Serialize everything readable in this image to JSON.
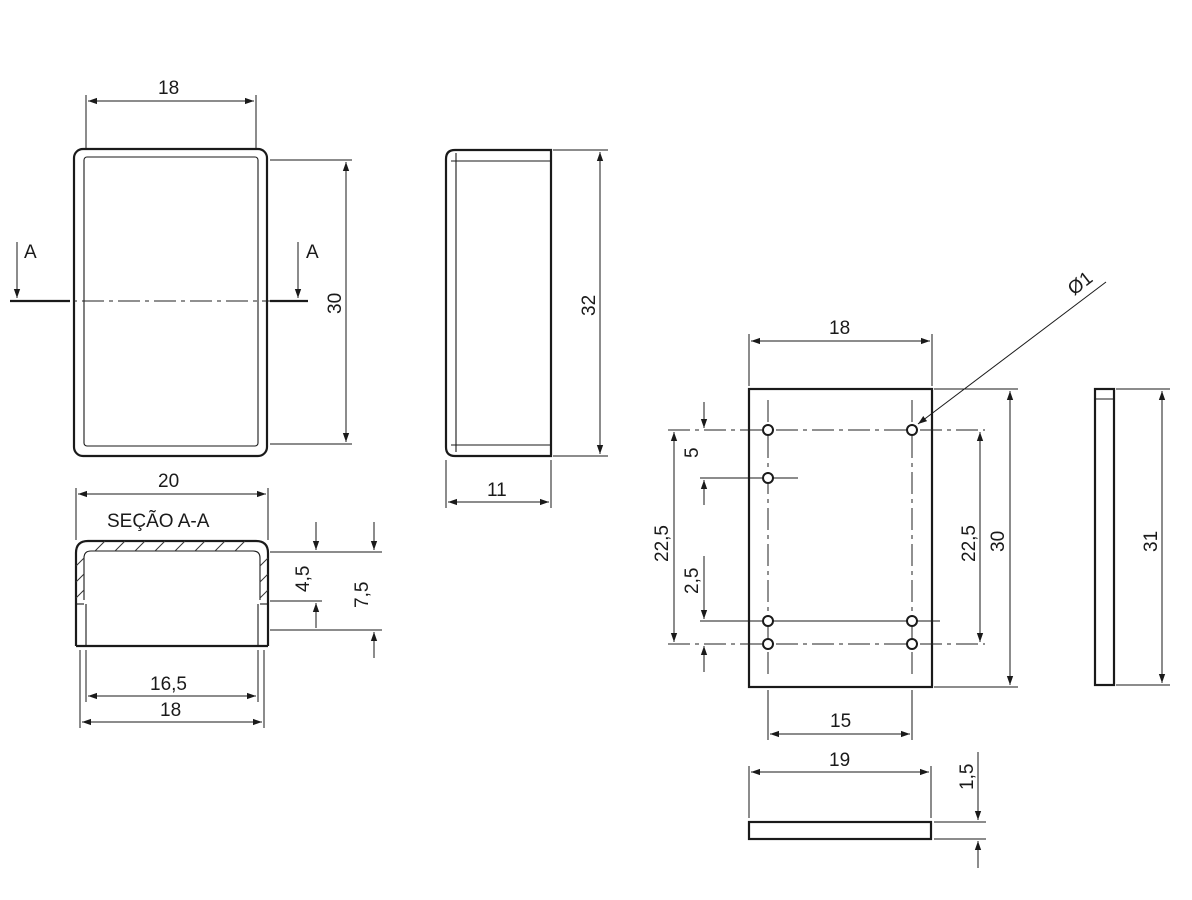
{
  "front_view": {
    "width": "18",
    "height": "30",
    "section_mark_left": "A",
    "section_mark_right": "A"
  },
  "side_view": {
    "height": "32",
    "depth": "11"
  },
  "section_view": {
    "title": "SEÇÃO A-A",
    "outer_width": "20",
    "inner_width_a": "16,5",
    "inner_width_b": "18",
    "step_height": "4,5",
    "total_height": "7,5"
  },
  "lid_top_view": {
    "width": "18",
    "hole_dia": "Ø1",
    "hole_spacing_top": "5",
    "hole_span_left": "22,5",
    "hole_spacing_bottom": "2,5",
    "hole_span_right": "22,5",
    "height": "30",
    "hole_pitch_x": "15"
  },
  "lid_side_view": {
    "height": "31"
  },
  "lid_bottom_view": {
    "width": "19",
    "thickness": "1,5"
  }
}
